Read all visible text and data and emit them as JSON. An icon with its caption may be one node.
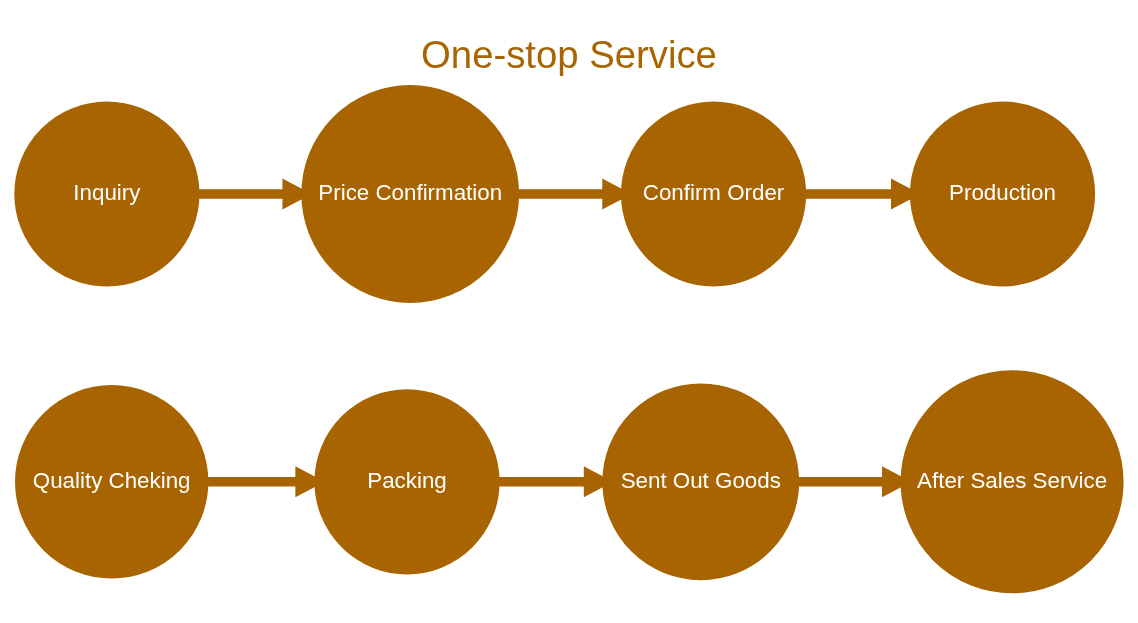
{
  "diagram": {
    "title": "One-stop Service",
    "nodes": [
      {
        "text": [
          "Inquiry"
        ]
      },
      {
        "text": [
          "Price Confirmation"
        ]
      },
      {
        "text": [
          "Confirm Order"
        ]
      },
      {
        "text": [
          "Production"
        ]
      },
      {
        "text": [
          "Quality Cheking"
        ]
      },
      {
        "text": [
          "Packing"
        ]
      },
      {
        "text": [
          "Sent Out Goods"
        ]
      },
      {
        "text": [
          "After Sales Service"
        ]
      }
    ],
    "edges": [
      {
        "from": 0,
        "to": 1,
        "arrow": "to"
      },
      {
        "from": 1,
        "to": 2,
        "arrow": "to"
      },
      {
        "from": 2,
        "to": 3,
        "arrow": "to"
      },
      {
        "from": 4,
        "to": 5,
        "arrow": "to"
      },
      {
        "from": 5,
        "to": 6,
        "arrow": "to"
      },
      {
        "from": 6,
        "to": 7,
        "arrow": "to"
      }
    ]
  }
}
